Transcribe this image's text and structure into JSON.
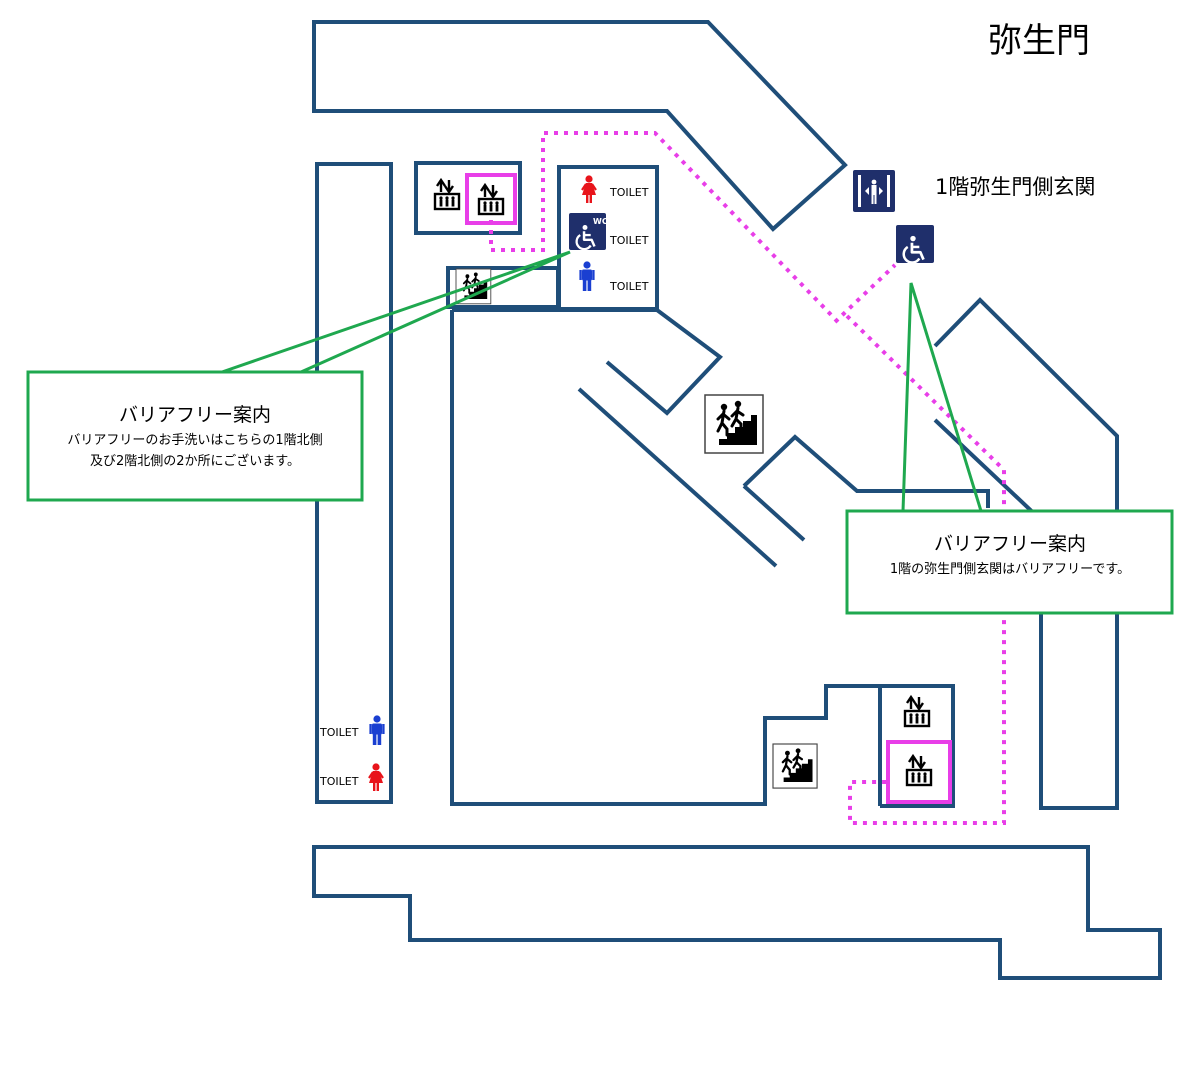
{
  "map": {
    "gate_label": "弥生門",
    "entrance_label": "1階弥生門側玄関",
    "toilet_label": "TOILET"
  },
  "callouts": [
    {
      "title": "バリアフリー案内",
      "lines": [
        "バリアフリーのお手洗いはこちらの1階北側",
        "及び2階北側の2か所にございます。"
      ]
    },
    {
      "title": "バリアフリー案内",
      "lines": [
        "1階の弥生門側玄関はバリアフリーです。"
      ]
    }
  ],
  "icons": {
    "elevator": "elevator-icon",
    "stairs": "stairs-icon",
    "escalator": "escalator-icon",
    "accessible": "wheelchair-icon",
    "accessible_wc": "accessible-wc-icon",
    "toilet_female": "female-toilet-icon",
    "toilet_male": "male-toilet-icon",
    "entrance": "entrance-door-icon"
  },
  "colors": {
    "walls": "#1f4e79",
    "barrier_free_route": "#e83ee8",
    "callout_border": "#1fa84f",
    "female": "#e8141b",
    "male": "#1a3fd1",
    "sign_navy": "#1f2f6b"
  }
}
